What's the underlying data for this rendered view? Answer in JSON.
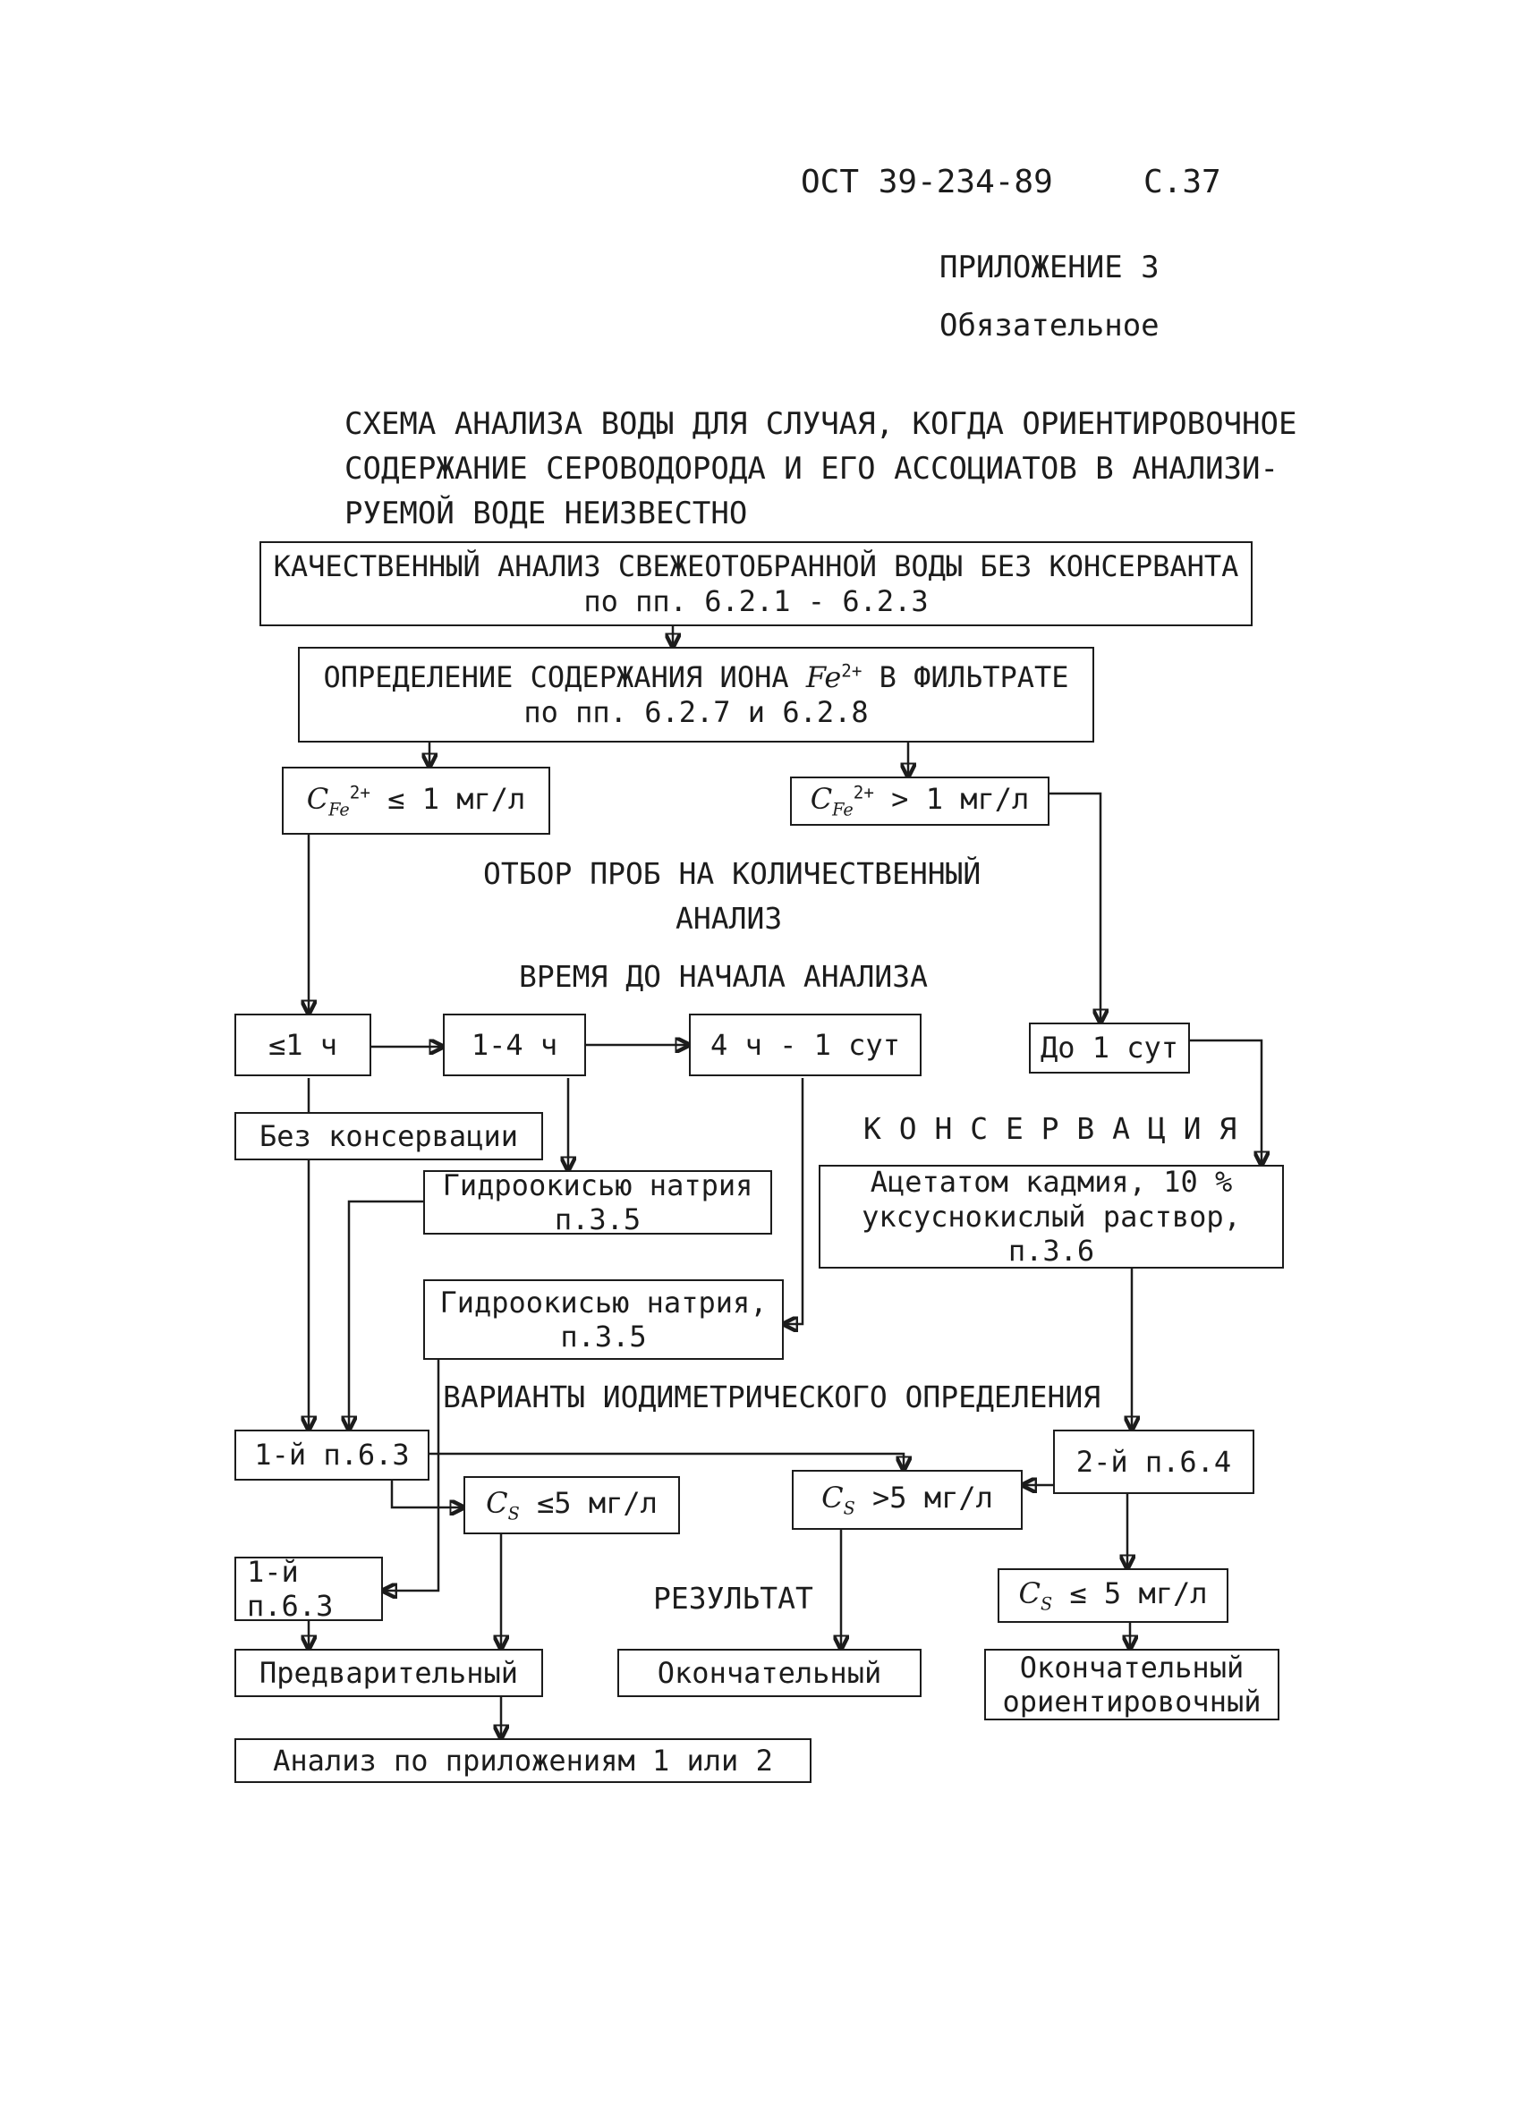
{
  "header": {
    "doc_code": "ОСТ 39-234-89",
    "page_no": "С.37",
    "appendix": "ПРИЛОЖЕНИЕ 3",
    "status": "Обязательное"
  },
  "title_lines": [
    "СХЕМА АНАЛИЗА ВОДЫ ДЛЯ СЛУЧАЯ, КОГДА ОРИЕНТИРОВОЧНОЕ",
    "СОДЕРЖАНИЕ СЕРОВОДОРОДА И ЕГО АССОЦИАТОВ В АНАЛИЗИ-",
    "РУЕМОЙ ВОДЕ НЕИЗВЕСТНО"
  ],
  "nodes": {
    "qual": [
      "КАЧЕСТВЕННЫЙ АНАЛИЗ СВЕЖЕОТОБРАННОЙ ВОДЫ БЕЗ КОНСЕРВАНТА",
      "по пп. 6.2.1 - 6.2.3"
    ],
    "fe_det": {
      "pre": "ОПРЕДЕЛЕНИЕ СОДЕРЖАНИЯ ИОНА ",
      "ion": "Fe",
      "charge": "2+",
      "post": " В ФИЛЬТРАТЕ",
      "line2": "по пп. 6.2.7 и 6.2.8"
    },
    "fe_low": {
      "sym": "C",
      "sub": "Fe",
      "sup": "2+",
      "rel": "≤ 1 мг/л"
    },
    "fe_high": {
      "sym": "C",
      "sub": "Fe",
      "sup": "2+",
      "rel": "> 1 мг/л"
    },
    "t1": "≤1 ч",
    "t2": "1-4 ч",
    "t3": "4 ч - 1 сут",
    "t4": "До 1 сут",
    "no_cons": "Без консервации",
    "naoh1": [
      "Гидроокисью натрия",
      "п.3.5"
    ],
    "cd": [
      "Ацетатом кадмия, 10 %",
      "уксуснокислый раствор,",
      "п.3.6"
    ],
    "naoh2": [
      "Гидроокисью натрия,",
      "п.3.5"
    ],
    "m1": "1-й п.6.3",
    "m2": "2-й п.6.4",
    "cs_low": {
      "sym": "C",
      "sub": "S",
      "rel": "≤5 мг/л"
    },
    "cs_high": {
      "sym": "C",
      "sub": "S",
      "rel": ">5 мг/л"
    },
    "m1b": [
      "1-й",
      "п.6.3"
    ],
    "cs_low2": {
      "sym": "C",
      "sub": "S",
      "rel": "≤ 5 мг/л"
    },
    "prelim": "Предварительный",
    "final": "Окончательный",
    "final_approx": [
      "Окончательный",
      "ориентировочный"
    ],
    "app": "Анализ по приложениям 1 или 2"
  },
  "labels": {
    "sampling": [
      "ОТБОР ПРОБ НА КОЛИЧЕСТВЕННЫЙ",
      "АНАЛИЗ"
    ],
    "time": "ВРЕМЯ ДО НАЧАЛА АНАЛИЗА",
    "conservation": "К О Н С Е Р В А Ц И Я",
    "variants": "ВАРИАНТЫ ИОДИМЕТРИЧЕСКОГО ОПРЕДЕЛЕНИЯ",
    "result": "РЕЗУЛЬТАТ"
  }
}
